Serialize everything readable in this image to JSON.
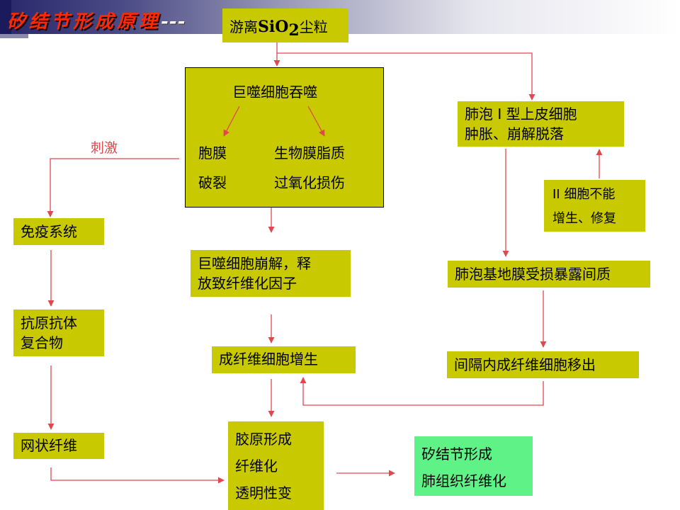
{
  "title": {
    "text": "矽结节形成原理",
    "dash": "---"
  },
  "nodes": {
    "sio2": {
      "prefix": "游离",
      "formula_main": "SiO",
      "formula_sub": "2",
      "suffix": "尘粒"
    },
    "macrophage": {
      "title": "巨噬细胞吞噬",
      "left_line1": "胞膜",
      "left_line2": "破裂",
      "right_line1": "生物膜脂质",
      "right_line2": "过氧化损伤"
    },
    "type1": {
      "line1": "肺泡 I 型上皮细胞",
      "line2": "肿胀、崩解脱落"
    },
    "type2": {
      "line1": "II 细胞不能",
      "line2": "增生、修复"
    },
    "stimulus": "刺激",
    "immune": "免疫系统",
    "antigen": {
      "line1": "抗原抗体",
      "line2": "复合物"
    },
    "reticular": "网状纤维",
    "collapse": {
      "line1": "巨噬细胞崩解，释",
      "line2": "放致纤维化因子"
    },
    "fibroblast": "成纤维细胞增生",
    "collagen": {
      "line1": "胶原形成",
      "line2": "纤维化",
      "line3": "透明性变"
    },
    "basement": "肺泡基地膜受损暴露间质",
    "septum": "间隔内成纤维细胞移出",
    "result": {
      "line1": "矽结节形成",
      "line2": "肺组织纤维化"
    }
  },
  "colors": {
    "box": "#c9c900",
    "result_box": "#5ff286",
    "arrow": "#e0474f",
    "title": "#ff2a00"
  }
}
